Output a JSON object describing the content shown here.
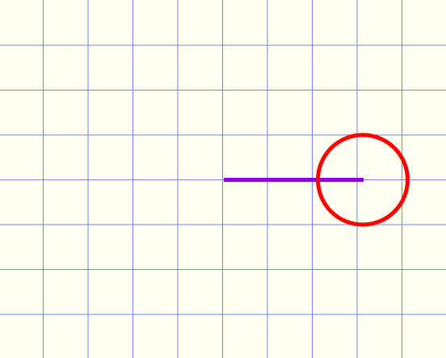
{
  "colors": {
    "background": "#fffff2",
    "grid_line": "#6f86e6",
    "segment": "#9400d3",
    "circle": "#ff0000"
  },
  "diagram": {
    "grid": {
      "cell_columns_visible": 10,
      "cell_rows_visible": 8
    },
    "shapes": [
      {
        "kind": "segment",
        "name": "purple-segment"
      },
      {
        "kind": "circle",
        "name": "red-circle"
      }
    ]
  }
}
